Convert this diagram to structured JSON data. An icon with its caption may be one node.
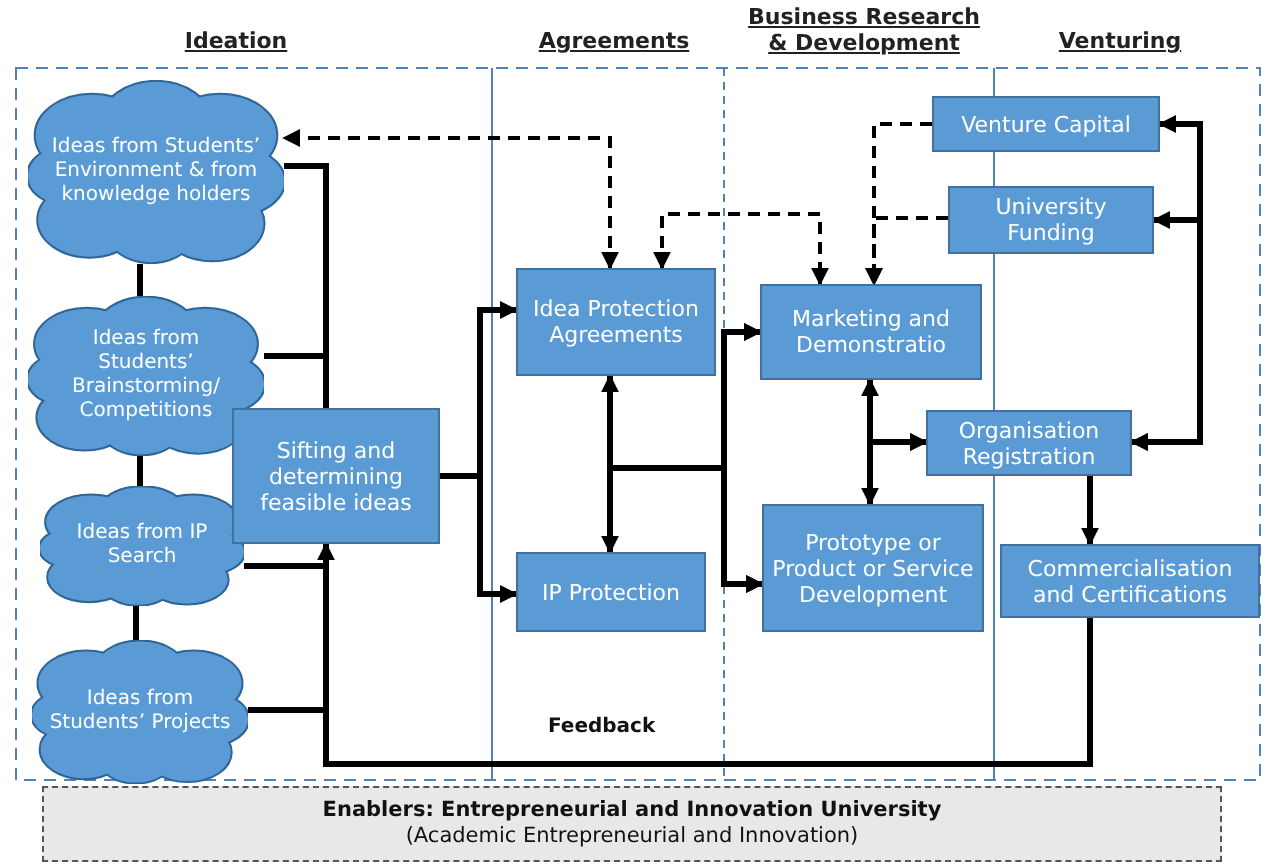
{
  "diagram": {
    "nodes": [
      {
        "text": [
          "Ideas from Students’ Environment & from knowledge holders"
        ]
      },
      {
        "text": [
          "Ideas from Students’ Brainstorming/ Competitions"
        ]
      },
      {
        "text": [
          "Ideas from IP Search"
        ]
      },
      {
        "text": [
          "Ideas from Students’ Projects"
        ]
      },
      {
        "text": [
          "Sifting and determining feasible ideas"
        ]
      },
      {
        "text": [
          "Idea Protection Agreements"
        ]
      },
      {
        "text": [
          "IP Protection"
        ]
      },
      {
        "text": [
          "Marketing and Demonstratio"
        ]
      },
      {
        "text": [
          "Prototype or Product or Service Development"
        ]
      },
      {
        "text": [
          "Venture Capital"
        ]
      },
      {
        "text": [
          "University Funding"
        ]
      },
      {
        "text": [
          "Organisation Registration"
        ]
      },
      {
        "text": [
          "Commercialisation and Certifications"
        ]
      },
      {
        "text": [
          "Enablers: Entrepreneurial and Innovation University",
          "(Academic Entrepreneurial and Innovation)"
        ]
      }
    ],
    "edges": [
      {
        "from": 0,
        "to": 4,
        "arrow": "none"
      },
      {
        "from": 1,
        "to": 4,
        "arrow": "none"
      },
      {
        "from": 2,
        "to": 4,
        "arrow": "none"
      },
      {
        "from": 3,
        "to": 4,
        "arrow": "none"
      },
      {
        "from": 0,
        "to": 1,
        "arrow": "none"
      },
      {
        "from": 1,
        "to": 2,
        "arrow": "none"
      },
      {
        "from": 2,
        "to": 3,
        "arrow": "none"
      },
      {
        "from": 4,
        "to": 5,
        "arrow": "to"
      },
      {
        "from": 4,
        "to": 6,
        "arrow": "to"
      },
      {
        "from": 5,
        "to": 6,
        "arrow": "both"
      },
      {
        "from": 5,
        "to": 7,
        "arrow": "to"
      },
      {
        "from": 5,
        "to": 8,
        "arrow": "to"
      },
      {
        "from": 6,
        "to": 7,
        "arrow": "to"
      },
      {
        "from": 6,
        "to": 8,
        "arrow": "to"
      },
      {
        "from": 7,
        "to": 8,
        "arrow": "both"
      },
      {
        "from": 7,
        "to": 11,
        "arrow": "to"
      },
      {
        "from": 8,
        "to": 11,
        "arrow": "to"
      },
      {
        "from": 11,
        "to": 9,
        "arrow": "both"
      },
      {
        "from": 11,
        "to": 10,
        "arrow": "both"
      },
      {
        "from": 11,
        "to": 12,
        "arrow": "to"
      },
      {
        "from": 12,
        "to": 4,
        "arrow": "to",
        "label": "Feedback"
      },
      {
        "from": 5,
        "to": 0,
        "arrow": "both",
        "style": "dashed"
      },
      {
        "from": 5,
        "to": 7,
        "arrow": "both",
        "style": "dashed"
      },
      {
        "from": 9,
        "to": 7,
        "arrow": "to",
        "style": "dashed"
      },
      {
        "from": 10,
        "to": 7,
        "arrow": "to",
        "style": "dashed"
      }
    ],
    "labels": [
      "Ideation",
      "Agreements",
      "Business Research & Development",
      "Venturing"
    ]
  }
}
